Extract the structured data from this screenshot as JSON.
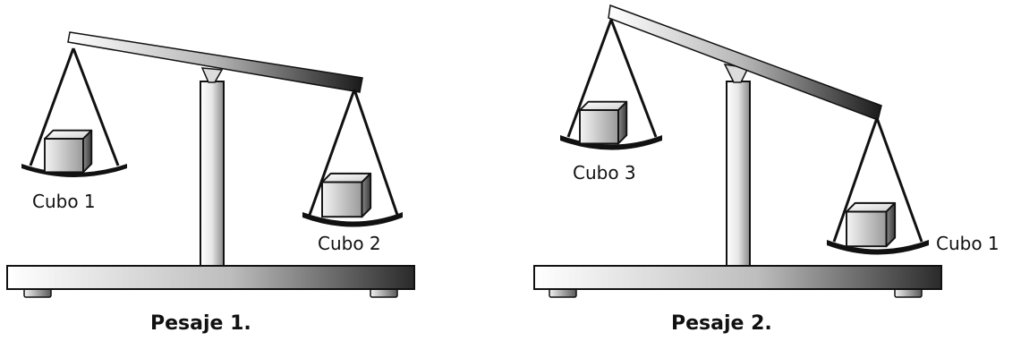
{
  "weighings": [
    {
      "caption": "Pesaje 1.",
      "left_label": "Cubo 1",
      "right_label": "Cubo 2",
      "heavier_side": "right"
    },
    {
      "caption": "Pesaje 2.",
      "left_label": "Cubo 3",
      "right_label": "Cubo 1",
      "heavier_side": "right"
    }
  ]
}
